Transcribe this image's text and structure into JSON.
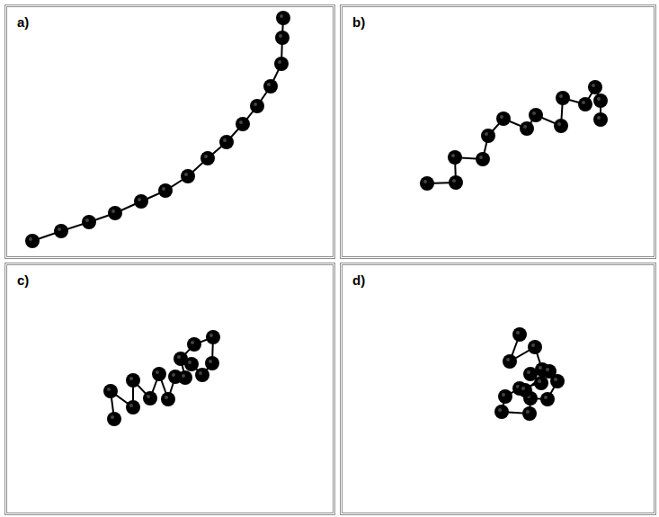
{
  "diagram": {
    "nodes": [
      {
        "text": [
          "a)"
        ]
      },
      {
        "text": [
          "b)"
        ]
      },
      {
        "text": [
          "c)"
        ]
      },
      {
        "text": [
          "d)"
        ]
      }
    ]
  }
}
